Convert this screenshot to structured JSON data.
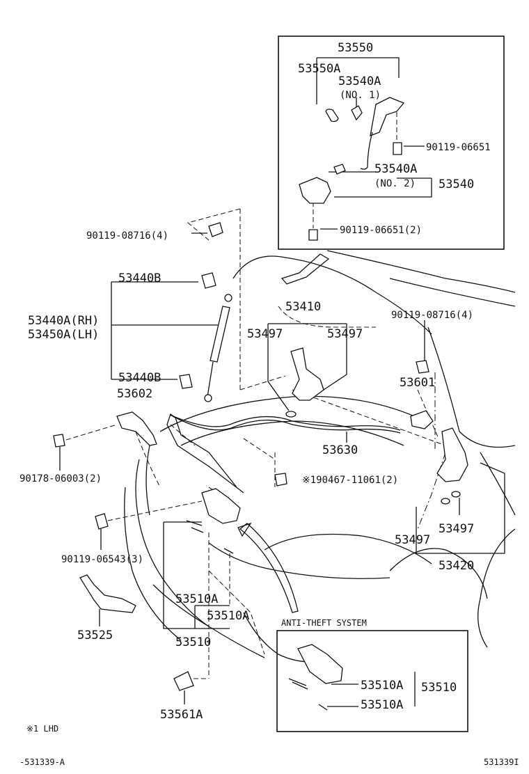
{
  "inset_top": {
    "labels": {
      "p53550": "53550",
      "p53550a": "53550A",
      "p53540a": "53540A",
      "no1": "(NO. 1)",
      "p90119_06651": "90119-06651",
      "p53540a_2": "53540A",
      "no2": "(NO. 2)",
      "p53540": "53540",
      "p90119_06651_2": "90119-06651(2)"
    }
  },
  "main": {
    "labels": {
      "p90119_08716_left": "90119-08716(4)",
      "p53440b_top": "53440B",
      "p53440a": "53440A(RH)",
      "p53450a": "53450A(LH)",
      "p53440b_bottom": "53440B",
      "p53602": "53602",
      "p90178": "90178-06003(2)",
      "p53410": "53410",
      "p53497_a": "53497",
      "p53497_b": "53497",
      "p90119_08716_right": "90119-08716(4)",
      "p53601": "53601",
      "p53630": "53630",
      "p90467": "※190467-11061(2)",
      "p90119_06543": "90119-06543(3)",
      "p53497_c": "53497",
      "p53497_d": "53497",
      "p53420": "53420",
      "p53510a_a": "53510A",
      "p53510a_b": "53510A",
      "p53510": "53510",
      "p53525": "53525",
      "p53561a": "53561A"
    }
  },
  "inset_bottom": {
    "title": "ANTI-THEFT SYSTEM",
    "labels": {
      "p53510a_a": "53510A",
      "p53510a_b": "53510A",
      "p53510": "53510"
    }
  },
  "footer": {
    "note": "※1 LHD",
    "left_code": "-531339-A",
    "right_code": "531339I"
  }
}
